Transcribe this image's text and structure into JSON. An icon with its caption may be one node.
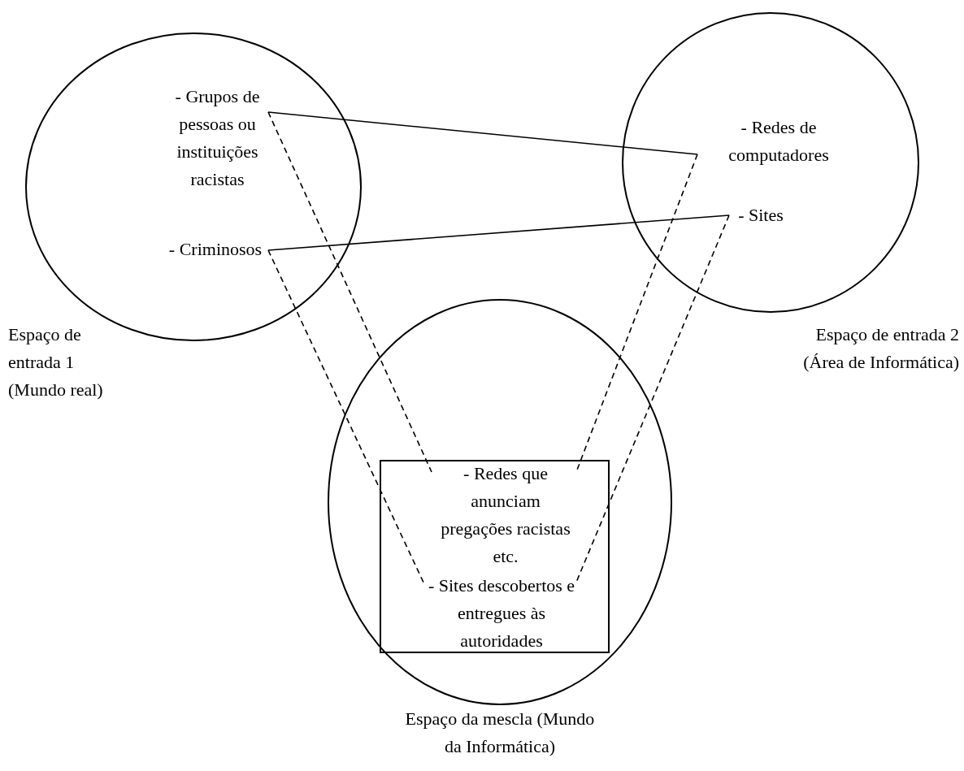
{
  "diagram": {
    "nodes": [
      {
        "text": [
          "Espaço de entrada 1 (Mundo real)"
        ]
      },
      {
        "text": [
          "- Grupos de pessoas ou instituições racistas"
        ],
        "in": 0
      },
      {
        "text": [
          "- Criminosos"
        ],
        "in": 0
      },
      {
        "text": [
          "Espaço de entrada 2 (Área de Informática)"
        ]
      },
      {
        "text": [
          "- Redes de computadores"
        ],
        "in": 3
      },
      {
        "text": [
          "- Sites"
        ],
        "in": 3
      },
      {
        "text": [
          "Espaço da mescla (Mundo da Informática)"
        ]
      },
      {
        "text": [],
        "shape": "box",
        "in": 6
      },
      {
        "text": [
          "- Redes que anunciam pregações racistas etc."
        ],
        "in": 7
      },
      {
        "text": [
          "- Sites descobertos e entregues às autoridades"
        ],
        "in": 7
      }
    ],
    "edges": [
      {
        "from": 1,
        "to": 4,
        "arrow": "none"
      },
      {
        "from": 2,
        "to": 5,
        "arrow": "none"
      },
      {
        "from": 1,
        "to": 8,
        "arrow": "none",
        "style": "dashed"
      },
      {
        "from": 4,
        "to": 8,
        "arrow": "none",
        "style": "dashed"
      },
      {
        "from": 2,
        "to": 9,
        "arrow": "none",
        "style": "dashed"
      },
      {
        "from": 5,
        "to": 9,
        "arrow": "none",
        "style": "dashed"
      }
    ]
  }
}
